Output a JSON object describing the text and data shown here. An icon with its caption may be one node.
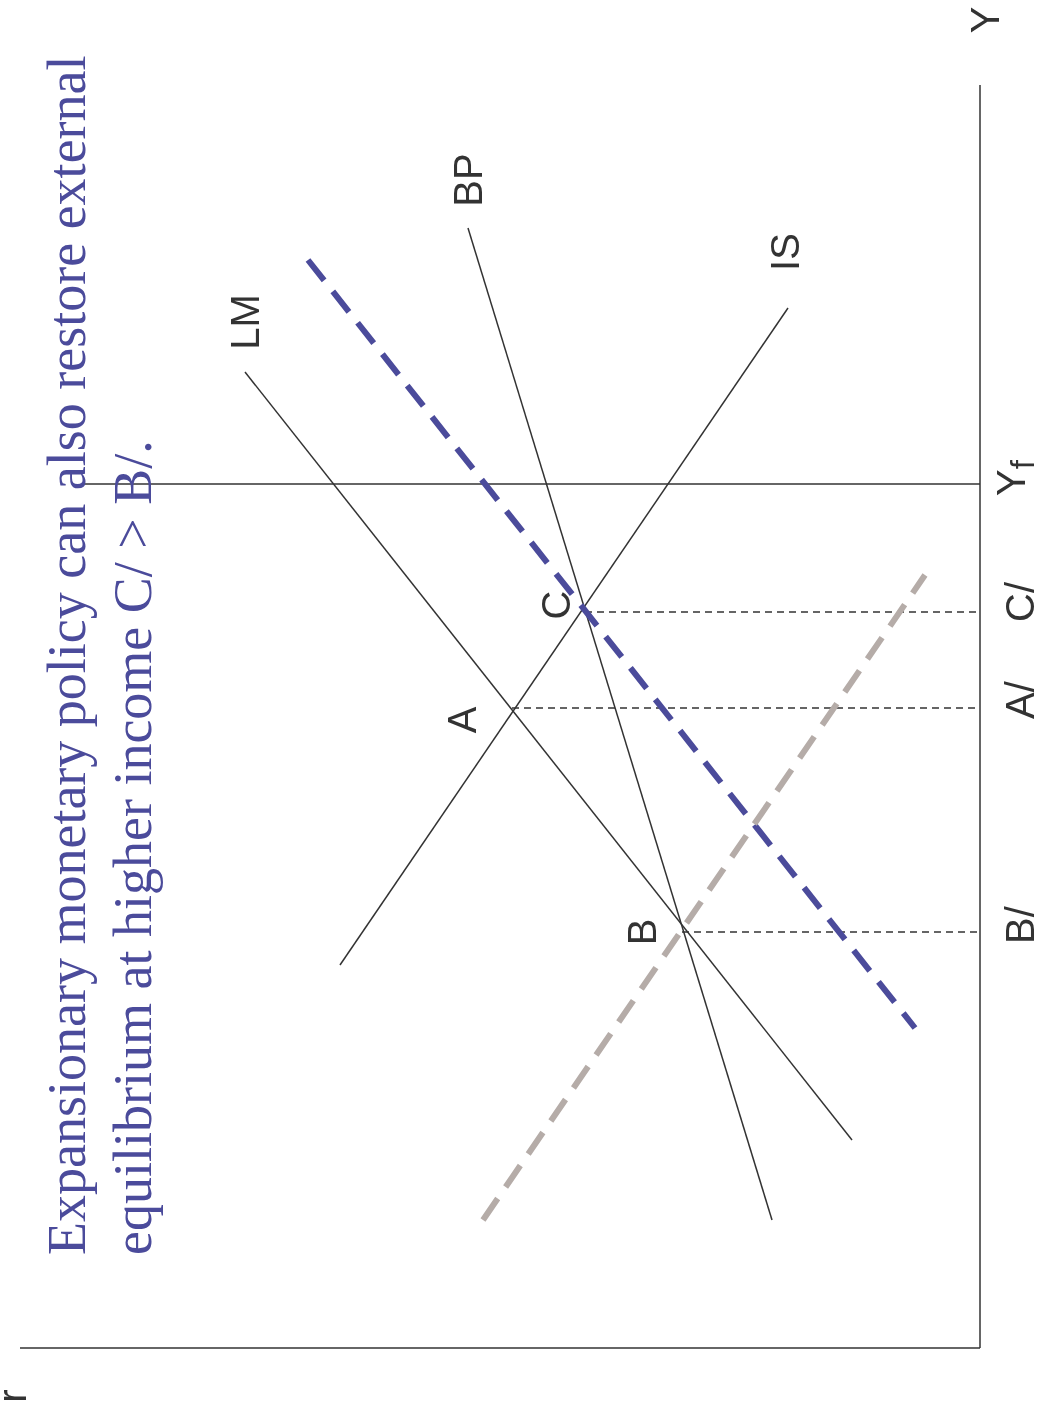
{
  "diagram": {
    "title": "Expansionary monetary policy can also restore external equilibrium at higher income C/ > B/.",
    "labels": [
      "LM",
      "BP",
      "IS",
      "C",
      "A",
      "B",
      "Y",
      "Y$_{f}$",
      "C/",
      "A/",
      "B/",
      "r"
    ]
  }
}
